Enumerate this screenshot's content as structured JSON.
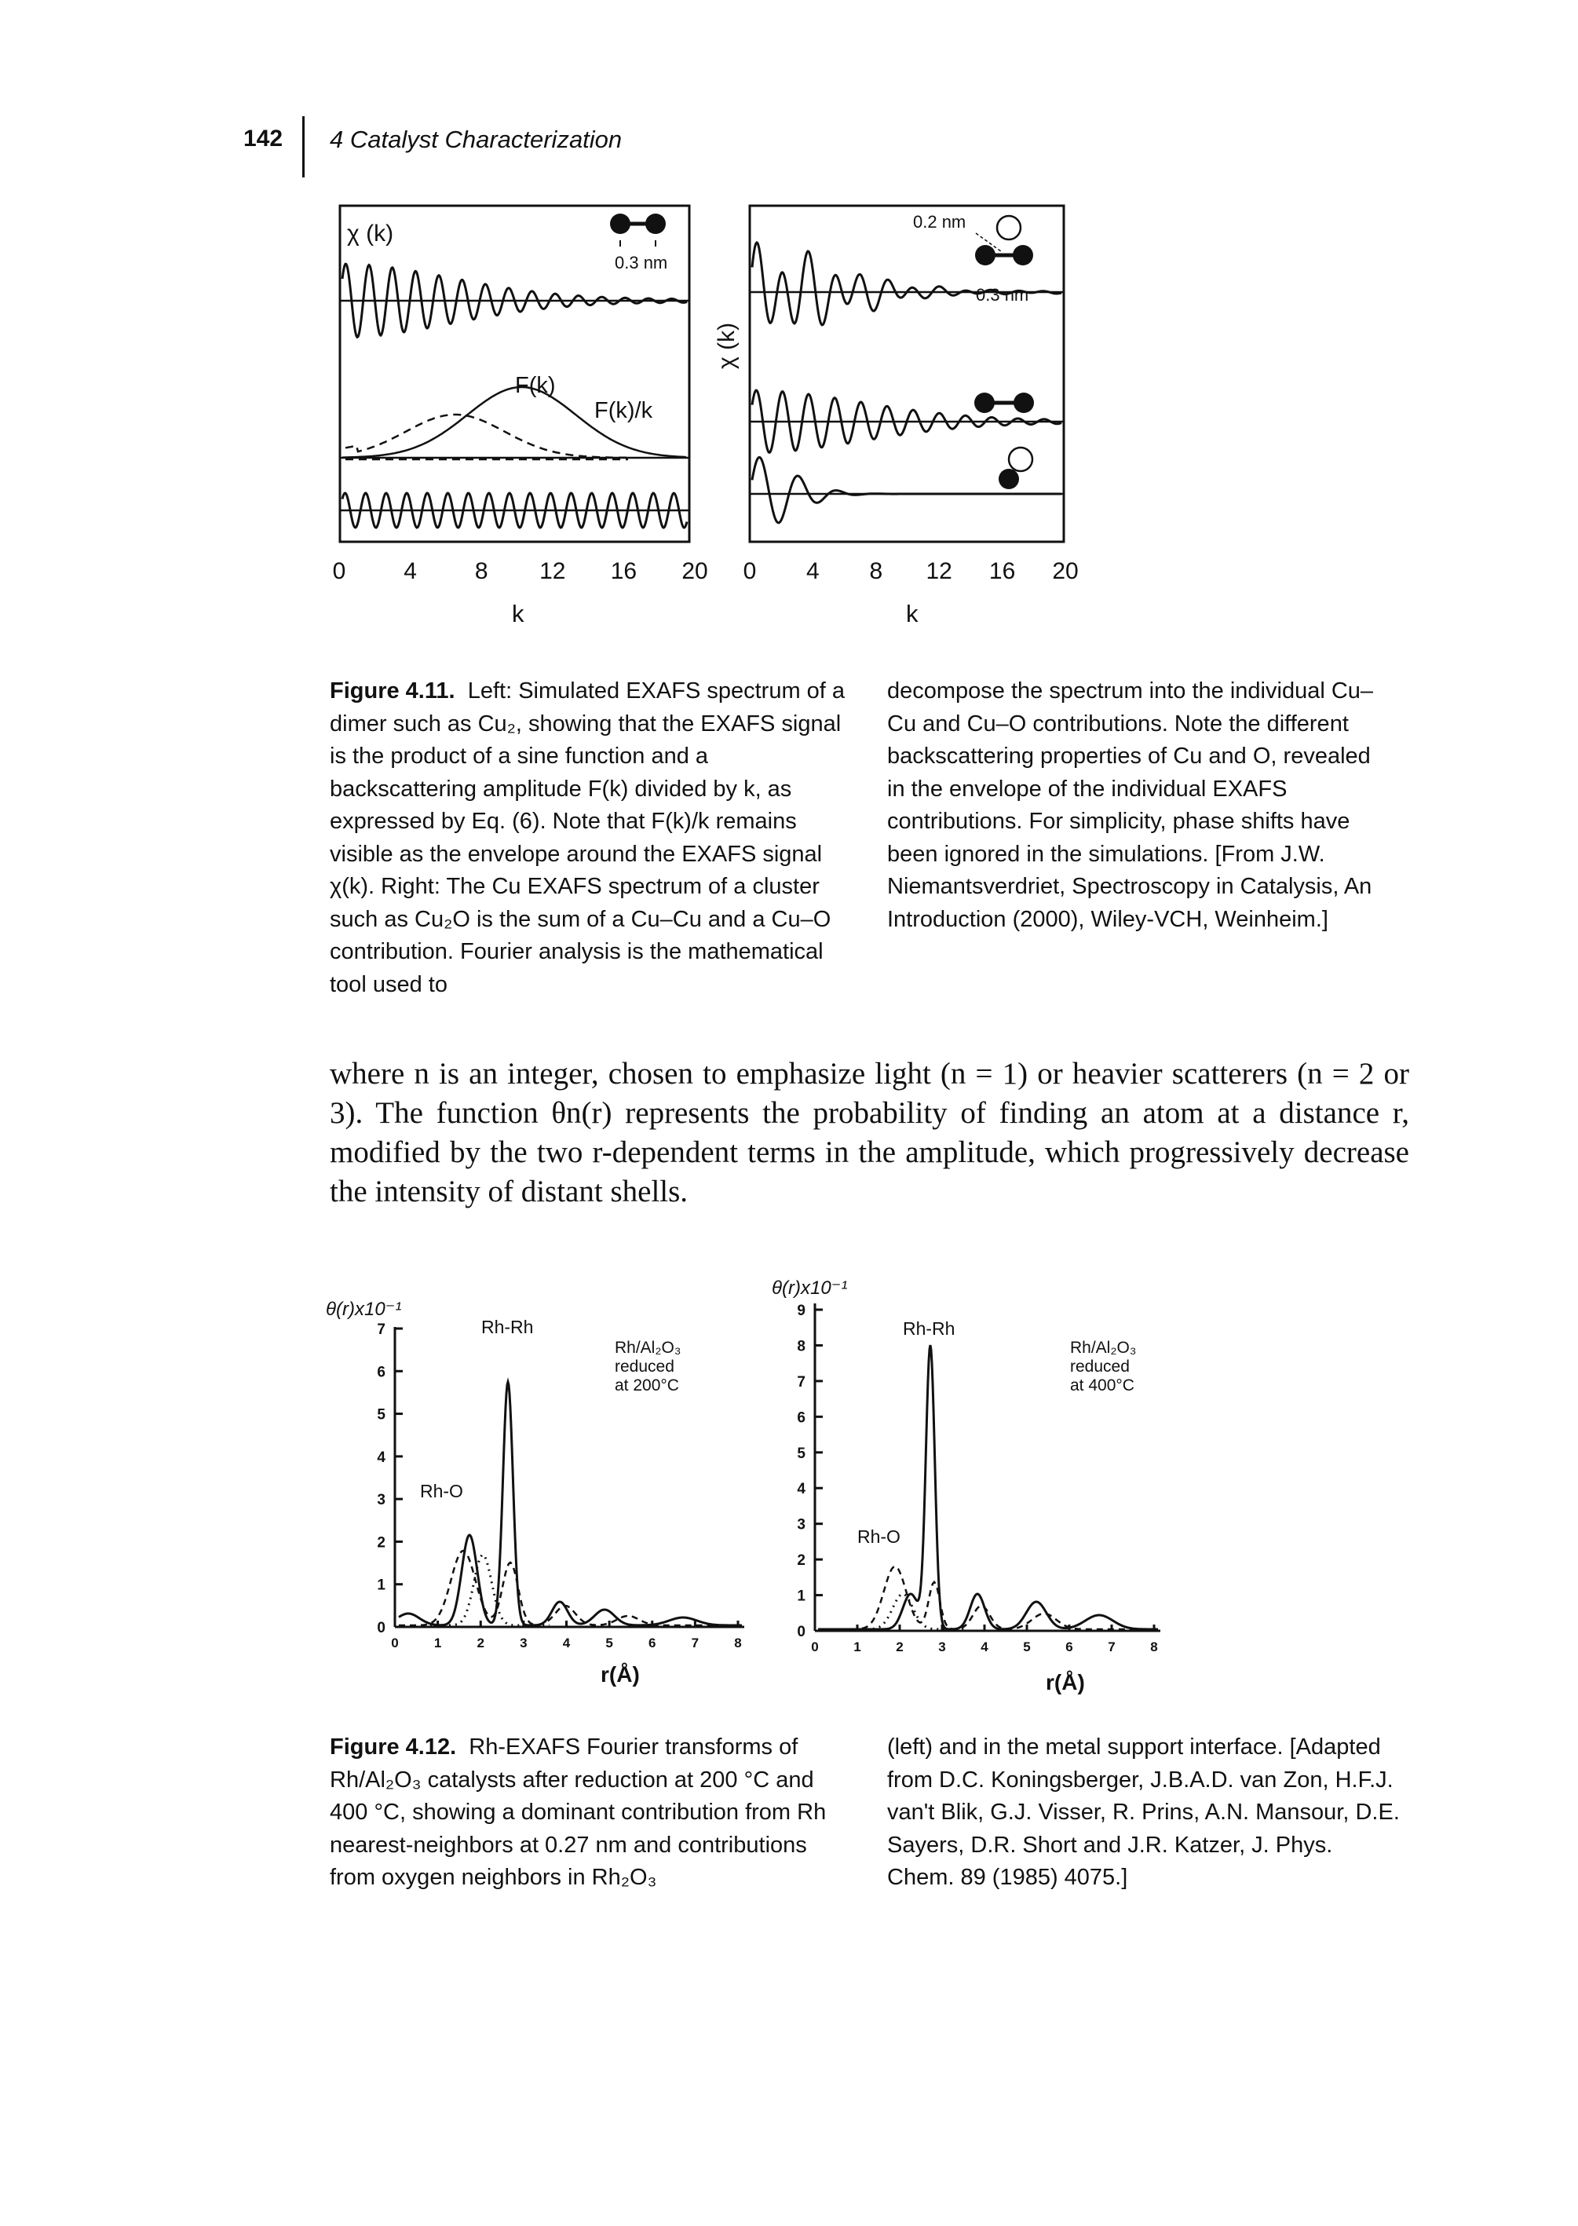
{
  "running_head": {
    "page_number": "142",
    "chapter": "4 Catalyst Characterization"
  },
  "figure_4_11": {
    "left_panel": {
      "y_label": "χ (k)",
      "distance_label": "0.3 nm",
      "curve_label_f": "F(k)",
      "curve_label_fk": "F(k)/k",
      "x_ticks": [
        "0",
        "4",
        "8",
        "12",
        "16",
        "20"
      ],
      "x_label": "k"
    },
    "right_panel": {
      "y_label": "χ (k)",
      "distance_label_top": "0.2 nm",
      "distance_label_mid": "0.3 nm",
      "x_ticks": [
        "0",
        "4",
        "8",
        "12",
        "16",
        "20"
      ],
      "x_label": "k"
    },
    "caption_label": "Figure 4.11.",
    "caption_left": "Left: Simulated EXAFS spectrum of a dimer such as Cu₂, showing that the EXAFS signal is the product of a sine function and a backscattering amplitude F(k) divided by k, as expressed by Eq. (6). Note that F(k)/k remains visible as the envelope around the EXAFS signal χ(k). Right: The Cu EXAFS spectrum of a cluster such as Cu₂O is the sum of a Cu–Cu and a Cu–O contribution. Fourier analysis is the mathematical tool used to",
    "caption_right": "decompose the spectrum into the individual Cu–Cu and Cu–O contributions. Note the different backscattering properties of Cu and O, revealed in the envelope of the individual EXAFS contributions. For simplicity, phase shifts have been ignored in the simulations. [From J.W. Niemantsverdriet, Spectroscopy in Catalysis, An Introduction (2000), Wiley-VCH, Weinheim.]"
  },
  "body_paragraph": "where n is an integer, chosen to emphasize light (n = 1) or heavier scatterers (n = 2 or 3). The function θn(r) represents the probability of finding an atom at a distance r, modified by the two r-dependent terms in the amplitude, which progressively decrease the intensity of distant shells.",
  "figure_4_12": {
    "left_panel": {
      "y_label": "θ(r)x10⁻¹",
      "y_ticks": [
        "0",
        "1",
        "2",
        "3",
        "4",
        "5",
        "6",
        "7"
      ],
      "x_ticks": [
        "0",
        "1",
        "2",
        "3",
        "4",
        "5",
        "6",
        "7",
        "8"
      ],
      "x_label": "r(Å)",
      "peak_label_rh": "Rh-Rh",
      "peak_label_o": "Rh-O",
      "sample_line1": "Rh/Al₂O₃",
      "sample_line2": "reduced",
      "sample_line3": "at 200°C"
    },
    "right_panel": {
      "y_label": "θ(r)x10⁻¹",
      "y_ticks": [
        "0",
        "1",
        "2",
        "3",
        "4",
        "5",
        "6",
        "7",
        "8",
        "9"
      ],
      "x_ticks": [
        "0",
        "1",
        "2",
        "3",
        "4",
        "5",
        "6",
        "7",
        "8"
      ],
      "x_label": "r(Å)",
      "peak_label_rh": "Rh-Rh",
      "peak_label_o": "Rh-O",
      "sample_line1": "Rh/Al₂O₃",
      "sample_line2": "reduced",
      "sample_line3": "at 400°C"
    },
    "caption_label": "Figure 4.12.",
    "caption_left": "Rh-EXAFS Fourier transforms of Rh/Al₂O₃ catalysts after reduction at 200 °C and 400 °C, showing a dominant contribution from Rh nearest-neighbors at 0.27 nm and contributions from oxygen neighbors in Rh₂O₃",
    "caption_right": "(left) and in the metal support interface. [Adapted from D.C. Koningsberger, J.B.A.D. van Zon, H.F.J. van't Blik, G.J. Visser, R. Prins, A.N. Mansour, D.E. Sayers, D.R. Short and J.R. Katzer, J. Phys. Chem. 89 (1985) 4075.]"
  }
}
